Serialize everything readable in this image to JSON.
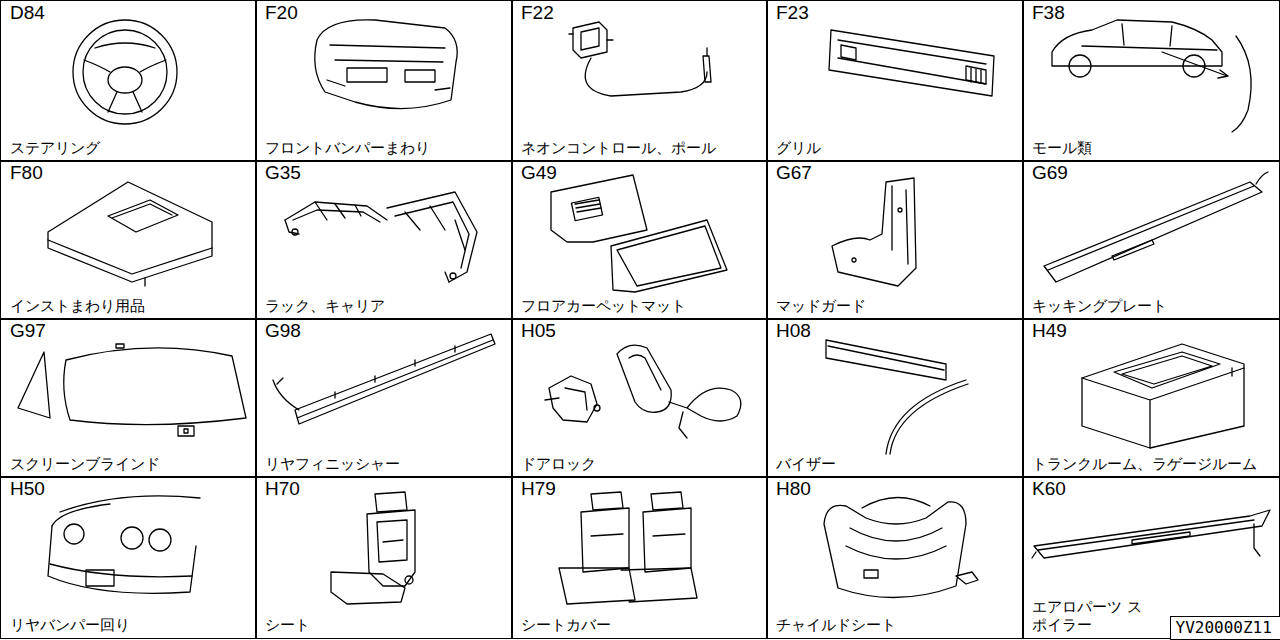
{
  "diagram": {
    "nodes": [
      {
        "text": [
          "D84",
          "ステアリング"
        ]
      },
      {
        "text": [
          "F20",
          "フロントバンパーまわり"
        ]
      },
      {
        "text": [
          "F22",
          "ネオンコントロール、ポール"
        ]
      },
      {
        "text": [
          "F23",
          "グリル"
        ]
      },
      {
        "text": [
          "F38",
          "モール類"
        ]
      },
      {
        "text": [
          "F80",
          "インストまわり用品"
        ]
      },
      {
        "text": [
          "G35",
          "ラック、キャリア"
        ]
      },
      {
        "text": [
          "G49",
          "フロアカーペットマット"
        ]
      },
      {
        "text": [
          "G67",
          "マッドガード"
        ]
      },
      {
        "text": [
          "G69",
          "キッキングプレート"
        ]
      },
      {
        "text": [
          "G97",
          "スクリーンブラインド"
        ]
      },
      {
        "text": [
          "G98",
          "リヤフィニッシャー"
        ]
      },
      {
        "text": [
          "H05",
          "ドアロック"
        ]
      },
      {
        "text": [
          "H08",
          "バイザー"
        ]
      },
      {
        "text": [
          "H49",
          "トランクルーム、ラゲージルーム"
        ]
      },
      {
        "text": [
          "H50",
          "リヤバンパー回り"
        ]
      },
      {
        "text": [
          "H70",
          "シート"
        ]
      },
      {
        "text": [
          "H79",
          "シートカバー"
        ]
      },
      {
        "text": [
          "H80",
          "チャイルドシート"
        ]
      },
      {
        "text": [
          "K60",
          "エアロパーツ スポイラー"
        ]
      },
      {
        "text": [
          "YV20000Z11"
        ],
        "in": 19
      }
    ]
  }
}
